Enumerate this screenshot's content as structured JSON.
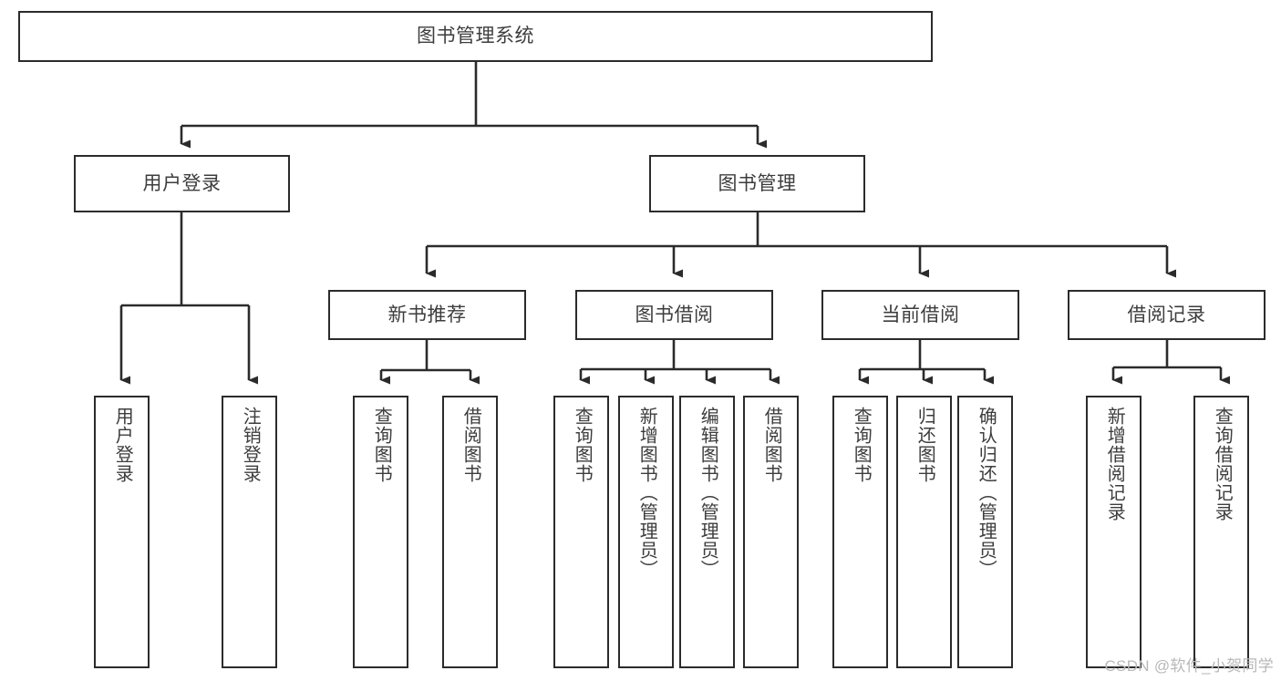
{
  "diagram": {
    "title": "图书管理系统",
    "type": "tree",
    "colors": {
      "box_border": "#2b2b2b",
      "box_fill": "#ffffff",
      "text": "#3d3d3d",
      "edge": "#2b2b2b",
      "watermark": "#b8b8b8",
      "background": "#ffffff"
    },
    "watermark": "CSDN @软件_小贺同学",
    "nodes": {
      "root": {
        "label": "图书管理系统"
      },
      "level2": [
        {
          "id": "user-login",
          "label": "用户登录"
        },
        {
          "id": "book-manage",
          "label": "图书管理"
        }
      ],
      "level3": [
        {
          "id": "new-book-rec",
          "label": "新书推荐"
        },
        {
          "id": "book-borrow",
          "label": "图书借阅"
        },
        {
          "id": "current-borrow",
          "label": "当前借阅"
        },
        {
          "id": "borrow-record",
          "label": "借阅记录"
        }
      ],
      "leaves": {
        "user-login": [
          {
            "id": "leaf-user-login",
            "label": "用户登录"
          },
          {
            "id": "leaf-user-logout",
            "label": "注销登录"
          }
        ],
        "new-book-rec": [
          {
            "id": "leaf-query-book-1",
            "label": "查询图书"
          },
          {
            "id": "leaf-borrow-book-1",
            "label": "借阅图书"
          }
        ],
        "book-borrow": [
          {
            "id": "leaf-query-book-2",
            "label": "查询图书"
          },
          {
            "id": "leaf-add-book",
            "label": "新增图书（管理员）"
          },
          {
            "id": "leaf-edit-book",
            "label": "编辑图书（管理员）"
          },
          {
            "id": "leaf-borrow-book-2",
            "label": "借阅图书"
          }
        ],
        "current-borrow": [
          {
            "id": "leaf-query-book-3",
            "label": "查询图书"
          },
          {
            "id": "leaf-return-book",
            "label": "归还图书"
          },
          {
            "id": "leaf-confirm-return",
            "label": "确认归还（管理员）"
          }
        ],
        "borrow-record": [
          {
            "id": "leaf-add-record",
            "label": "新增借阅记录"
          },
          {
            "id": "leaf-query-record",
            "label": "查询借阅记录"
          }
        ]
      }
    }
  }
}
